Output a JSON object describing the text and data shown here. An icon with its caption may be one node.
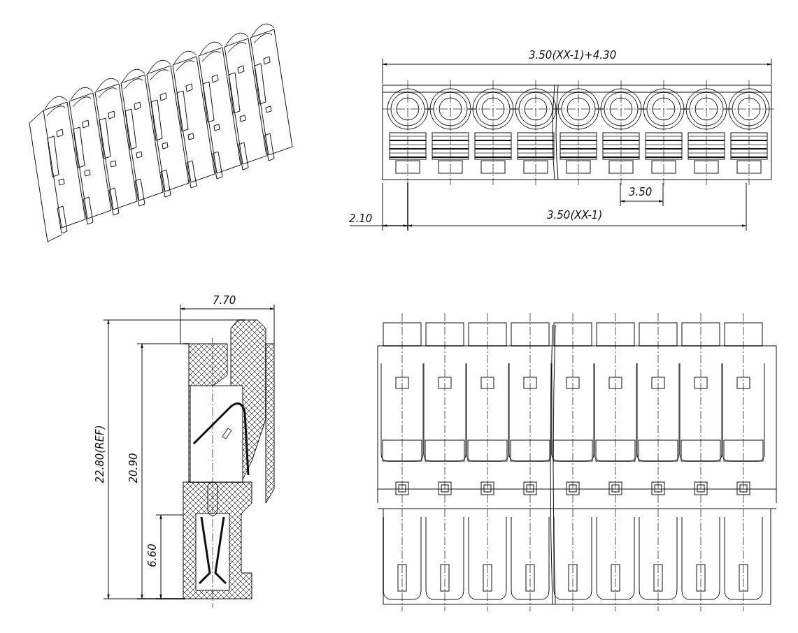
{
  "diagram": {
    "labels": [
      "3.50(XX-1)+4.30",
      "3.50",
      "2.10",
      "3.50(XX-1)",
      "7.70",
      "22.80(REF)",
      "20.90",
      "6.60"
    ]
  }
}
